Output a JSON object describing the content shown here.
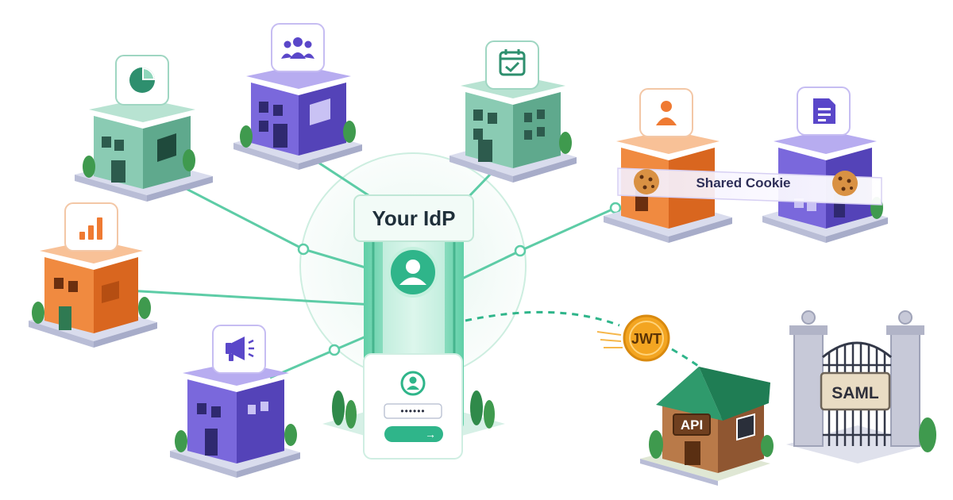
{
  "idp": {
    "title": "Your IdP",
    "login": {
      "password_mask": "••••••",
      "submit_arrow": "→"
    }
  },
  "labels": {
    "shared_cookie": "Shared Cookie",
    "jwt": "JWT",
    "api": "API",
    "saml": "SAML"
  },
  "icons": {
    "pie": "pie-chart-icon",
    "users": "users-group-icon",
    "calendar": "calendar-check-icon",
    "person": "person-icon",
    "document": "document-icon",
    "bars": "bar-chart-icon",
    "megaphone": "megaphone-icon",
    "cookie": "cookie-icon"
  },
  "colors": {
    "accent_green": "#2fb58a",
    "teal_building": "#79bfa6",
    "purple_building": "#6f5ad6",
    "orange_building": "#ee7e34",
    "coin_gold": "#f3a521",
    "gate_gray": "#b9bccb"
  }
}
